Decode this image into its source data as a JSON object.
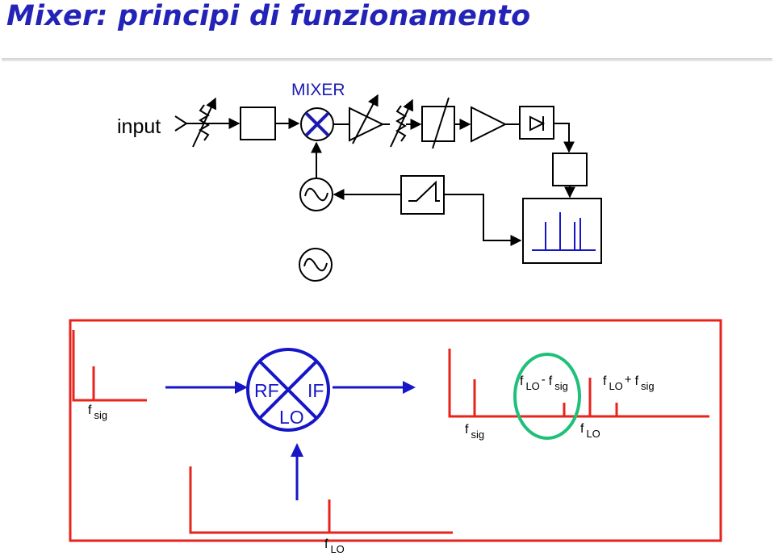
{
  "title": "Mixer: principi di funzionamento",
  "block_diagram": {
    "input_label": "input",
    "mixer_label": "MIXER"
  },
  "spectra": {
    "rf_port": "RF",
    "if_port": "IF",
    "lo_port": "LO",
    "input_axis": {
      "f": "f",
      "sub": "sig"
    },
    "lo_axis": {
      "f": "f",
      "sub": "LO"
    },
    "out_fsig": {
      "f": "f",
      "sub": "sig"
    },
    "out_flo": {
      "f": "f",
      "sub": "LO"
    },
    "diff_label": {
      "f1": "f",
      "sub1": "LO",
      "op": "-",
      "f2": "f",
      "sub2": "sig"
    },
    "sum_label": {
      "f1": "f",
      "sub1": "LO",
      "op": "+",
      "f2": "f",
      "sub2": "sig"
    }
  },
  "colors": {
    "title": "#2323b8",
    "mixer_label": "#1a1ab0",
    "frame": "#e8231c",
    "mixer_symbol": "#1616c8",
    "highlight": "#1fc07a",
    "spectrum_lines": "#1616c8"
  }
}
